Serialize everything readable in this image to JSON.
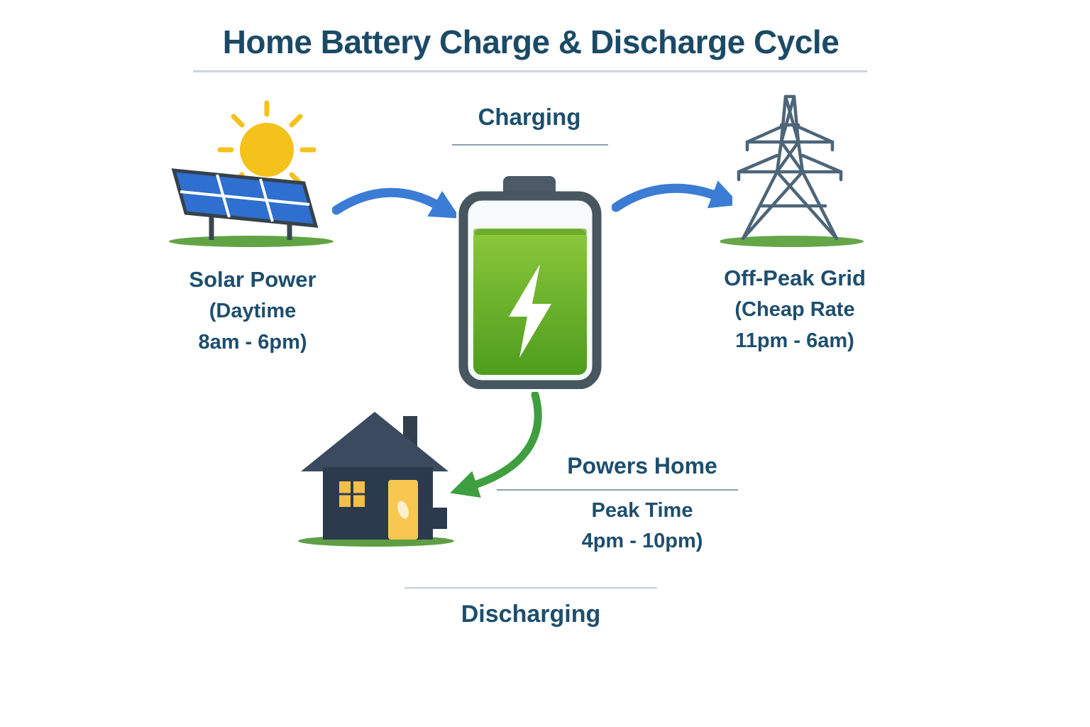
{
  "title": "Home Battery Charge & Discharge Cycle",
  "charging": {
    "label": "Charging"
  },
  "discharging": {
    "label": "Discharging"
  },
  "solar": {
    "name": "Solar Power",
    "detail_1": "(Daytime",
    "detail_2": "8am - 6pm)"
  },
  "grid": {
    "name": "Off-Peak Grid",
    "detail_1": "(Cheap Rate",
    "detail_2": "11pm - 6am)"
  },
  "home": {
    "name": "Powers Home",
    "detail_1": "Peak Time",
    "detail_2": "4pm - 10pm)"
  },
  "icons": {
    "sun": "sun-icon",
    "solar_panel": "solar-panel-icon",
    "battery": "battery-icon",
    "bolt": "lightning-bolt-icon",
    "tower": "transmission-tower-icon",
    "house": "house-icon",
    "arrow_solar_to_battery": "blue-curved-arrow",
    "arrow_battery_to_grid": "blue-curved-arrow",
    "arrow_battery_to_home": "green-curved-arrow"
  },
  "colors": {
    "heading_text": "#1d4e6e",
    "battery_green": "#5fae22",
    "arrow_blue": "#3b7cd5",
    "arrow_green": "#3f9e3f",
    "sun_yellow": "#f5c11b",
    "panel_blue": "#2e6fd0",
    "tower_slate": "#4d6579",
    "house_navy": "#2e3c50",
    "ground_green": "#61a445"
  }
}
